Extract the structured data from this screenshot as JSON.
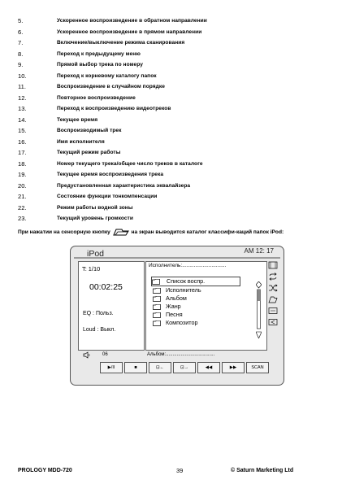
{
  "list": [
    {
      "num": "5.",
      "text": "Ускоренное воспроизведение в обратном направлении"
    },
    {
      "num": "6.",
      "text": "Ускоренное воспроизведение в прямом направлении"
    },
    {
      "num": "7.",
      "text": "Включение/выключение режима сканирования"
    },
    {
      "num": "8.",
      "text": "Переход к предыдущему меню"
    },
    {
      "num": "9.",
      "text": "Прямой выбор трека по номеру"
    },
    {
      "num": "10.",
      "text": "Переход к корневому каталогу папок"
    },
    {
      "num": "11.",
      "text": "Воспроизведение в случайном порядке"
    },
    {
      "num": "12.",
      "text": "Повторное воспроизведение"
    },
    {
      "num": "13.",
      "text": "Переход к воспроизведению видеотреков"
    },
    {
      "num": "14.",
      "text": "Текущее время"
    },
    {
      "num": "15.",
      "text": "Воспроизводимый трек"
    },
    {
      "num": "16.",
      "text": "Имя исполнителя"
    },
    {
      "num": "17.",
      "text": "Текущий режим работы"
    },
    {
      "num": "18.",
      "text": "Номер текущего трека/общее число треков в каталоге"
    },
    {
      "num": "19.",
      "text": "Текущее время воспроизведения трека"
    },
    {
      "num": "20.",
      "text": "Предустановленная характеристика эквалайзера"
    },
    {
      "num": "21.",
      "text": "Состояние функции тонкомпенсации"
    },
    {
      "num": "22.",
      "text": "Режим работы водной зоны"
    },
    {
      "num": "23.",
      "text": "Текущий уровень громкости"
    }
  ],
  "intro": {
    "before": "При нажатии на сенсорную кнопку",
    "after": "на экран выводится каталог классифи-каций папок iPod:"
  },
  "device": {
    "title": "iPod",
    "clock": "AM 12: 17",
    "track": "T: 1/10",
    "time": "00:02:25",
    "eq": "EQ    : Польз.",
    "loud": "Loud : Выкл.",
    "artist_header": "Исполнитель:..............................",
    "items": [
      "Список воспр.",
      "Исполнитель",
      "Альбом",
      "Жанр",
      "Песня",
      "Композитор"
    ],
    "volume": "06",
    "album_header": "Альбом:....................................",
    "buttons": [
      "▶/II",
      "■",
      "⊡←",
      "⊡→",
      "◀◀",
      "▶▶",
      "SCAN"
    ]
  },
  "footer": {
    "left": "PROLOGY MDD-720",
    "page": "39",
    "right": "© Saturn Marketing Ltd"
  }
}
